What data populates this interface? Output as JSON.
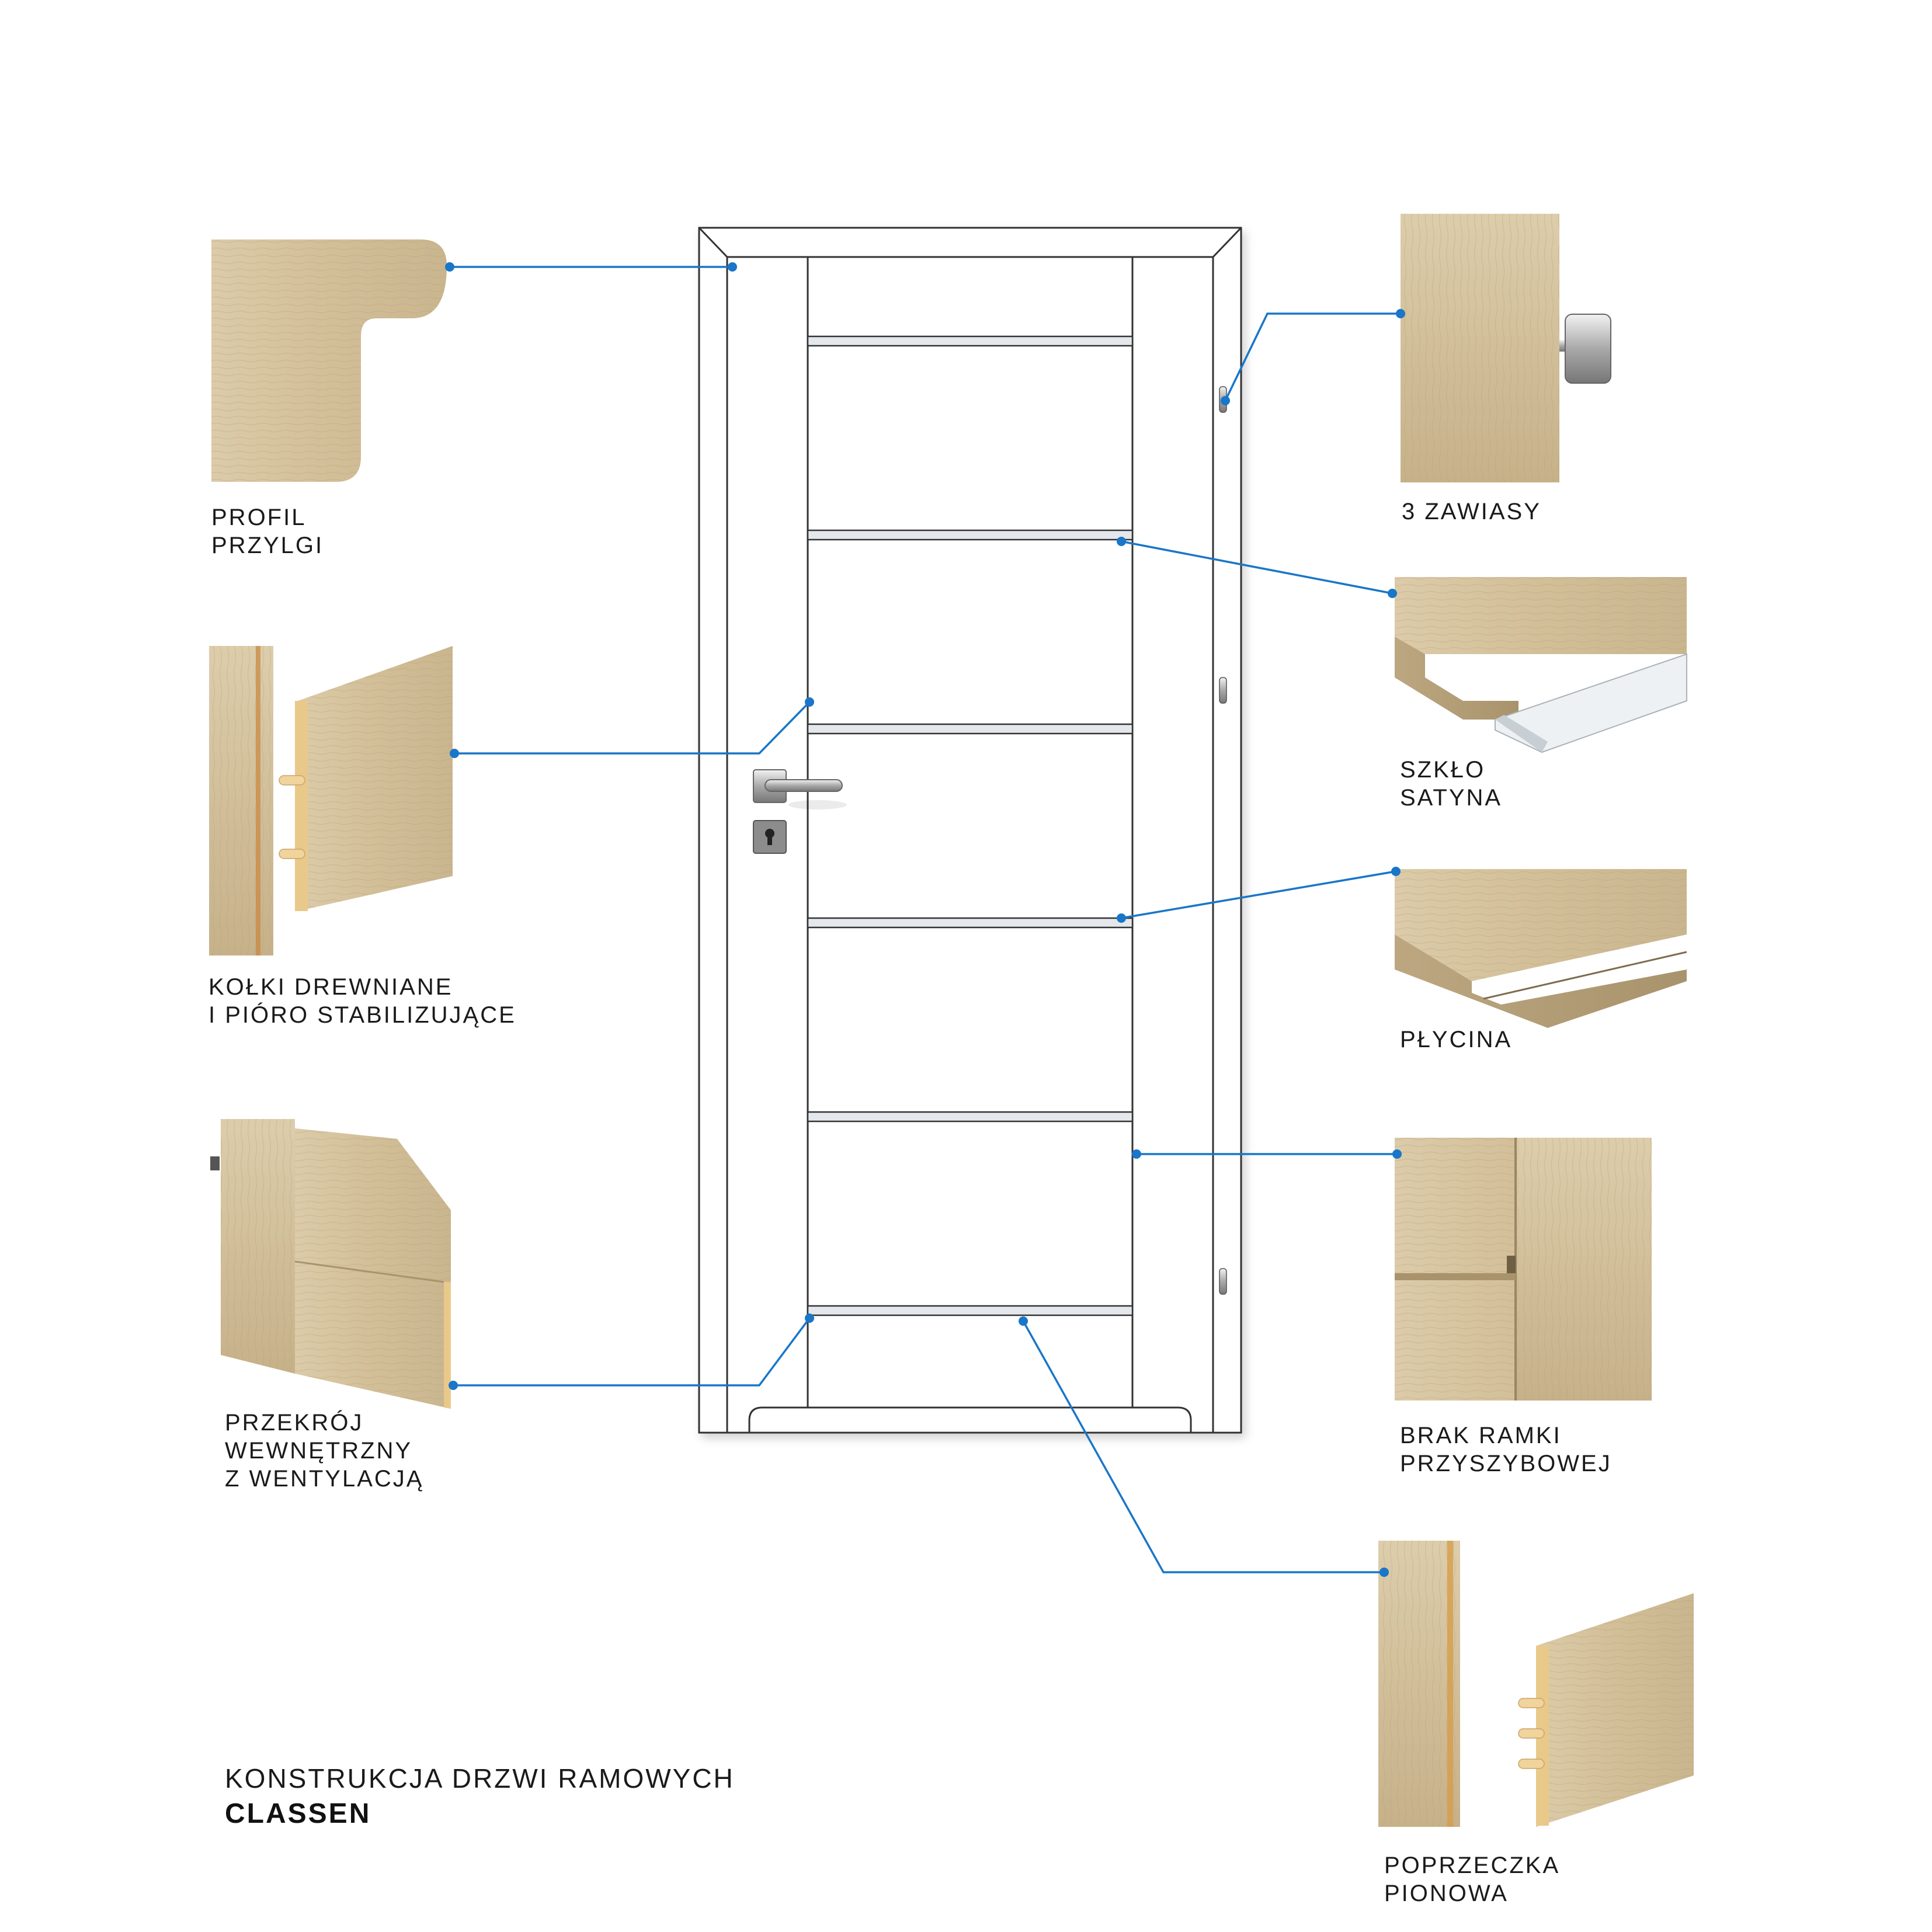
{
  "colors": {
    "accent": "#1976c8",
    "wood_light": "#d9c8a6",
    "wood_mid": "#c9b58e",
    "wood_dark": "#a89570",
    "core": "#e9c98a",
    "dowel": "#f1d39c",
    "door_outline": "#333333",
    "glass": "#e4e8ec"
  },
  "labels": {
    "profil": [
      "PROFIL",
      "PRZYLGI"
    ],
    "kolki": [
      "KOŁKI DREWNIANE",
      "I PIÓRO STABILIZUJĄCE"
    ],
    "przekroj": [
      "PRZEKRÓJ",
      "WEWNĘTRZNY",
      "Z WENTYLACJĄ"
    ],
    "zawiasy": [
      "3 ZAWIASY"
    ],
    "szklo": [
      "SZKŁO",
      "SATYNA"
    ],
    "plycina": [
      "PŁYCINA"
    ],
    "brak": [
      "BRAK RAMKI",
      "PRZYSZYBOWEJ"
    ],
    "poprzeczka": [
      "POPRZECZKA",
      "PIONOWA"
    ]
  },
  "footer": {
    "title": "KONSTRUKCJA DRZWI RAMOWYCH",
    "brand": "CLASSEN"
  },
  "icons": {
    "handle": "door-handle-icon",
    "lock": "keyhole-lock-icon",
    "hinge": "hinge-icon"
  }
}
